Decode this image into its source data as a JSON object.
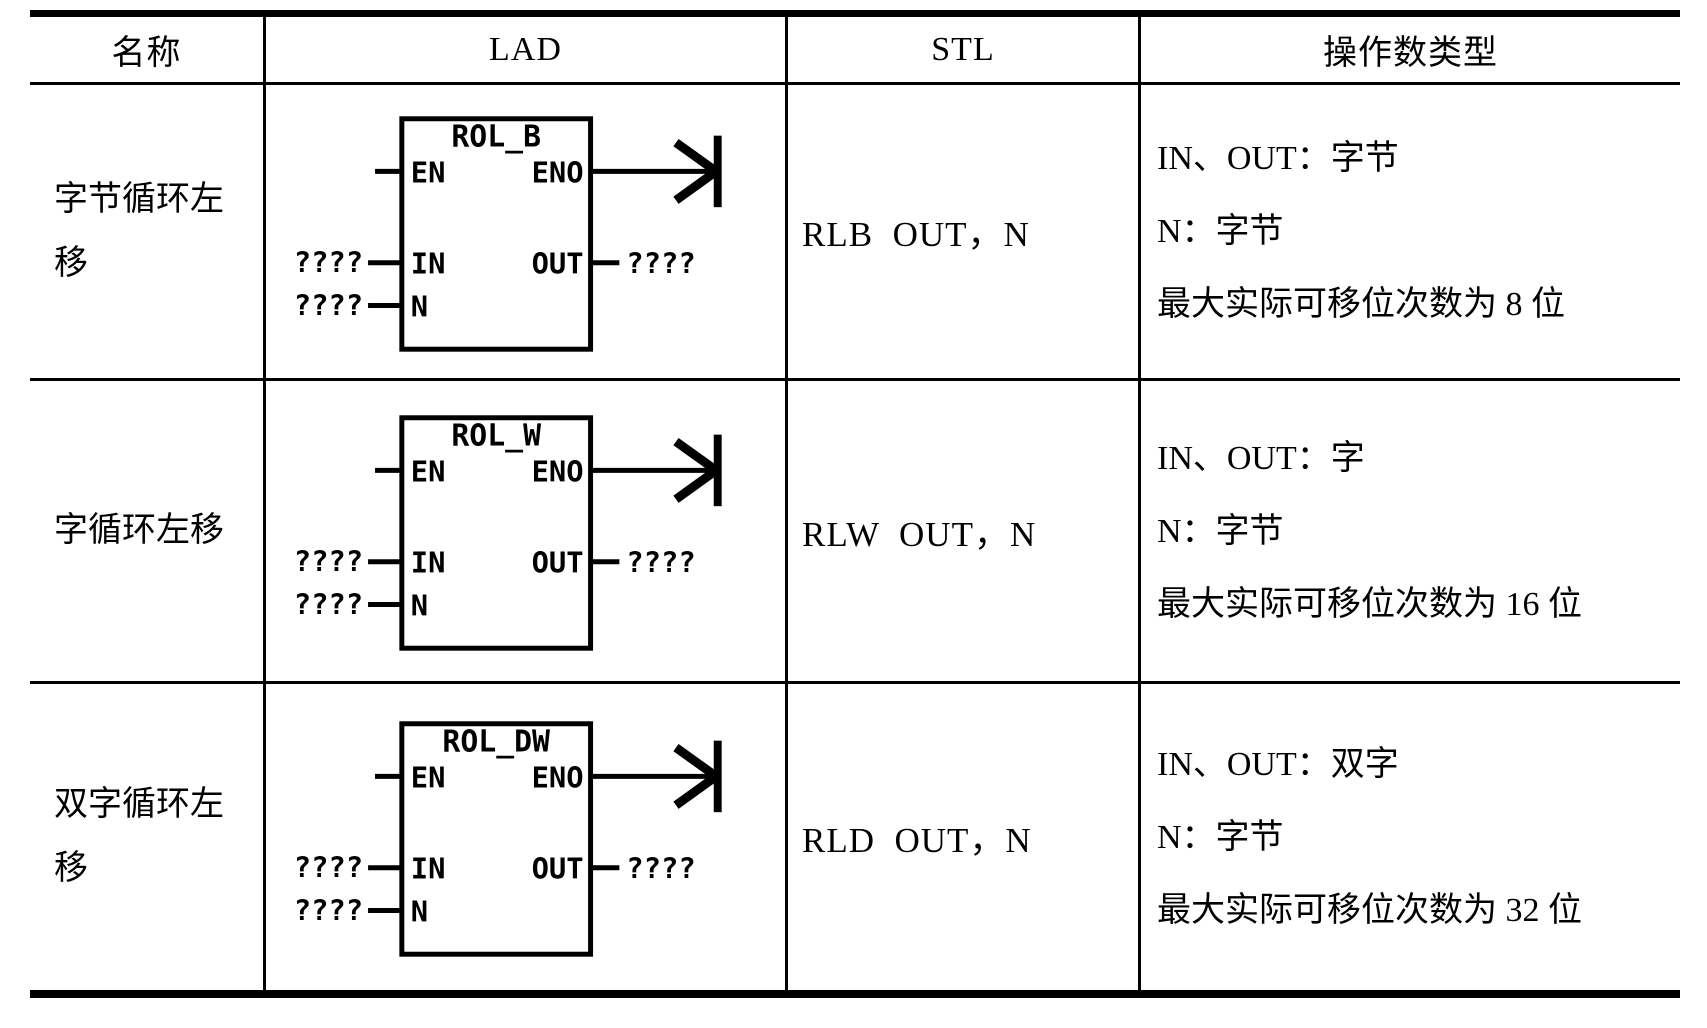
{
  "header": {
    "name": "名称",
    "lad": "LAD",
    "stl": "STL",
    "operand": "操作数类型"
  },
  "lad_pins": {
    "en": "EN",
    "eno": "ENO",
    "in": "IN",
    "out": "OUT",
    "n": "N",
    "placeholder": "????"
  },
  "rows": [
    {
      "name": "字节循环左移",
      "lad_title": "ROL_B",
      "stl": "RLB  OUT，N",
      "operands": [
        "IN、OUT：字节",
        "N：字节",
        "最大实际可移位次数为 8 位"
      ]
    },
    {
      "name": "字循环左移",
      "lad_title": "ROL_W",
      "stl": "RLW  OUT，N",
      "operands": [
        "IN、OUT：字",
        "N：字节",
        "最大实际可移位次数为 16 位"
      ]
    },
    {
      "name": "双字循环左移",
      "lad_title": "ROL_DW",
      "stl": "RLD  OUT，N",
      "operands": [
        "IN、OUT：双字",
        "N：字节",
        "最大实际可移位次数为 32 位"
      ]
    }
  ]
}
